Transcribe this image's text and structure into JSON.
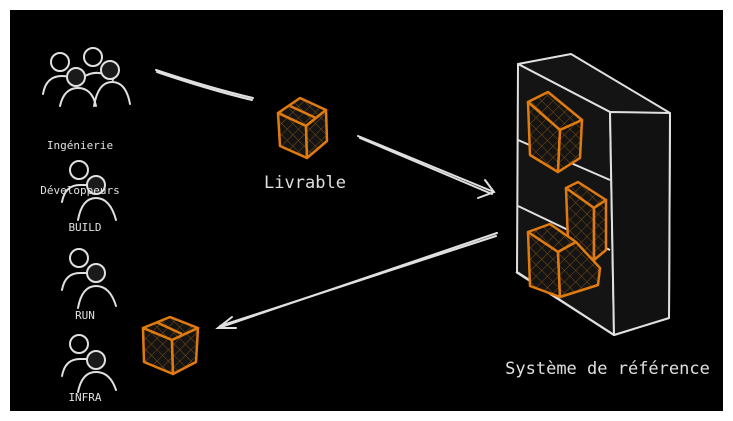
{
  "diagram": {
    "background": "#000000",
    "stroke_color": "#e0e0e0",
    "box_color": "#e07b0f",
    "shelf_fill": "#141414",
    "actors": [
      {
        "id": "ingenierie",
        "label_line1": "Ingénierie",
        "label_line2": "Développeurs",
        "icon": "group-of-people-icon"
      },
      {
        "id": "build",
        "label": "BUILD",
        "icon": "two-people-icon"
      },
      {
        "id": "run",
        "label": "RUN",
        "icon": "two-people-icon"
      },
      {
        "id": "infra",
        "label": "INFRA",
        "icon": "two-people-icon"
      }
    ],
    "deliverable_label": "Livrable",
    "repository_label": "Système de référence"
  }
}
